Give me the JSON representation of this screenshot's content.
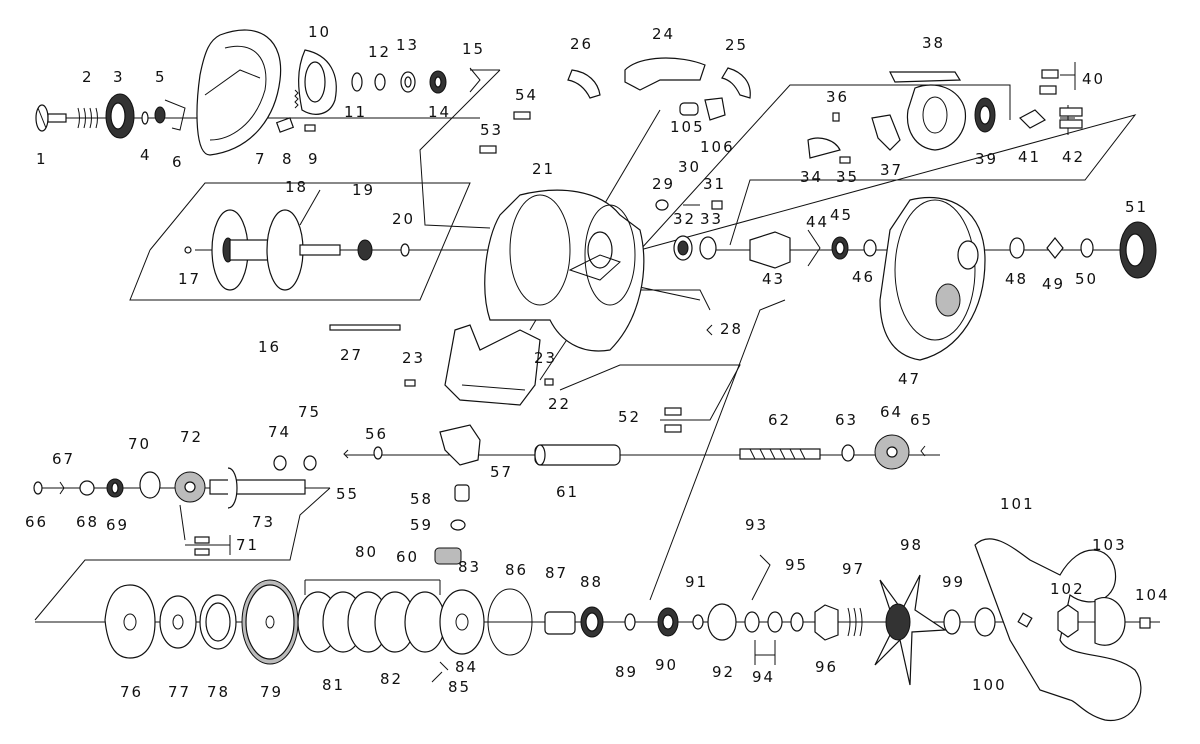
{
  "diagram": {
    "part_labels": [
      "1",
      "2",
      "3",
      "4",
      "5",
      "6",
      "7",
      "8",
      "9",
      "10",
      "11",
      "12",
      "13",
      "14",
      "15",
      "16",
      "17",
      "18",
      "19",
      "20",
      "21",
      "22",
      "23",
      "23",
      "24",
      "25",
      "26",
      "27",
      "28",
      "29",
      "30",
      "31",
      "32",
      "33",
      "34",
      "35",
      "36",
      "37",
      "38",
      "39",
      "40",
      "41",
      "42",
      "43",
      "44",
      "45",
      "46",
      "47",
      "48",
      "49",
      "50",
      "51",
      "52",
      "53",
      "54",
      "55",
      "56",
      "57",
      "58",
      "59",
      "60",
      "61",
      "62",
      "63",
      "64",
      "65",
      "66",
      "67",
      "68",
      "69",
      "70",
      "71",
      "72",
      "73",
      "74",
      "75",
      "76",
      "77",
      "78",
      "79",
      "80",
      "81",
      "82",
      "83",
      "84",
      "85",
      "86",
      "87",
      "88",
      "89",
      "90",
      "91",
      "92",
      "93",
      "94",
      "95",
      "96",
      "97",
      "98",
      "99",
      "100",
      "101",
      "102",
      "103",
      "104",
      "105",
      "106"
    ]
  }
}
